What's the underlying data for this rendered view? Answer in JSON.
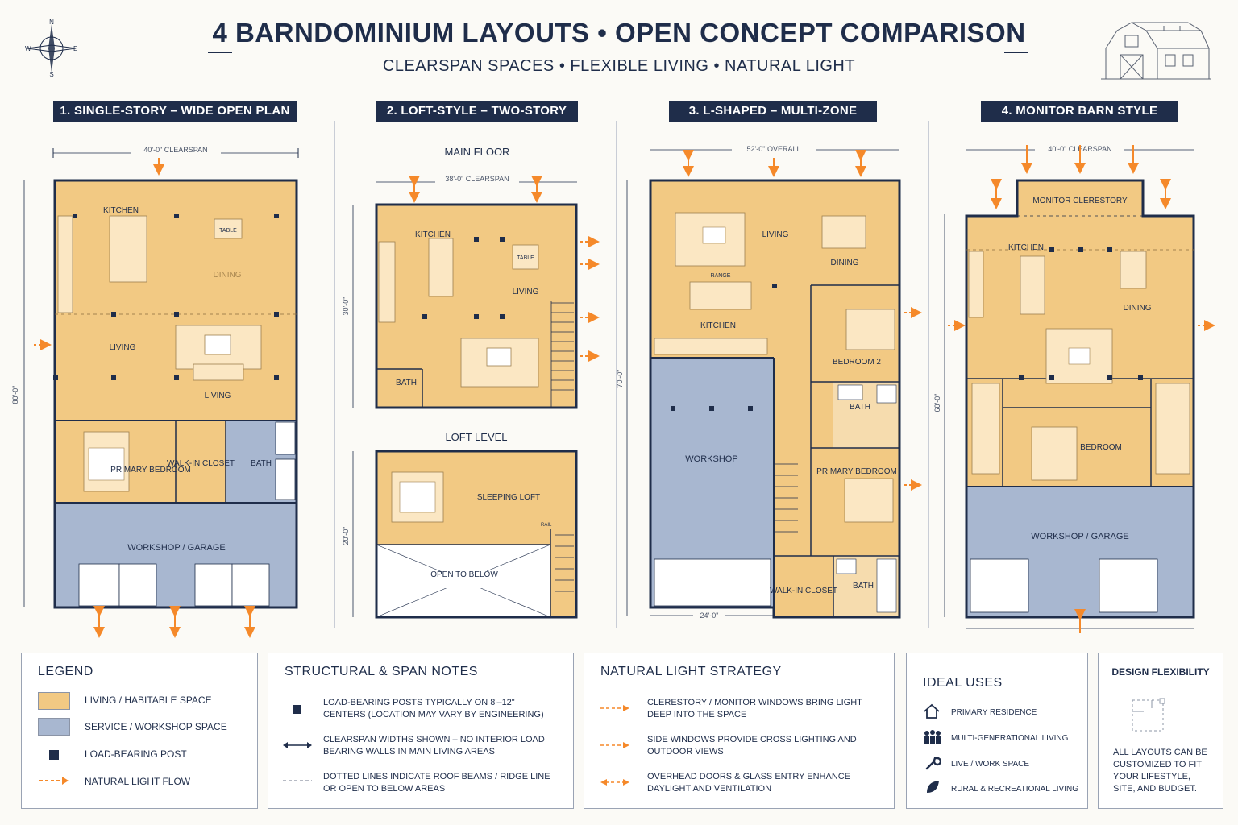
{
  "header": {
    "title": "4 BARNDOMINIUM LAYOUTS • OPEN CONCEPT COMPARISON",
    "subtitle": "CLEARSPAN SPACES • FLEXIBLE LIVING • NATURAL LIGHT",
    "compass": {
      "n": "N",
      "s": "S",
      "e": "E",
      "w": "W"
    }
  },
  "colors": {
    "living": "#f2c983",
    "service": "#a8b7d0",
    "navy": "#1f2d4a",
    "light": "#f5892a"
  },
  "plans": [
    {
      "heading": "1. SINGLE-STORY – WIDE OPEN PLAN",
      "dim_top": "40'-0\" CLEARSPAN",
      "dim_side": "80'-0\"",
      "rooms": {
        "kitchen": "KITCHEN",
        "dining": "DINING",
        "table": "TABLE",
        "living": "LIVING",
        "living2": "LIVING",
        "bedroom": "PRIMARY BEDROOM",
        "closet": "WALK-IN CLOSET",
        "bath": "BATH",
        "workshop": "WORKSHOP / GARAGE"
      }
    },
    {
      "heading": "2. LOFT-STYLE – TWO-STORY",
      "main_floor": "MAIN FLOOR",
      "loft_level": "LOFT LEVEL",
      "dim_top": "38'-0\" CLEARSPAN",
      "dim_side": "30'-0\"",
      "dim_side2": "20'-0\"",
      "rooms": {
        "kitchen": "KITCHEN",
        "table": "TABLE",
        "living": "LIVING",
        "bath": "BATH",
        "loft": "SLEEPING LOFT",
        "open": "OPEN TO BELOW",
        "rail": "RAIL"
      }
    },
    {
      "heading": "3. L-SHAPED – MULTI-ZONE",
      "dim_top": "52'-0\" OVERALL",
      "dim_side": "70'-0\"",
      "dim_bottom": "24'-0\"",
      "rooms": {
        "living": "LIVING",
        "dining": "DINING",
        "kitchen": "KITCHEN",
        "bedroom2": "BEDROOM 2",
        "bath": "BATH",
        "workshop": "WORKSHOP",
        "primary": "PRIMARY BEDROOM",
        "closet": "WALK-IN CLOSET",
        "bath2": "BATH",
        "range": "RANGE"
      }
    },
    {
      "heading": "4. MONITOR BARN STYLE",
      "dim_top": "40'-0\" CLEARSPAN",
      "dim_side": "60'-0\"",
      "rooms": {
        "monitor": "MONITOR CLERESTORY",
        "kitchen": "KITCHEN",
        "dining": "DINING",
        "bedroom": "BEDROOM",
        "workshop": "WORKSHOP / GARAGE"
      }
    }
  ],
  "legend": {
    "title": "LEGEND",
    "items": [
      "LIVING / HABITABLE SPACE",
      "SERVICE / WORKSHOP SPACE",
      "LOAD-BEARING POST",
      "NATURAL LIGHT FLOW"
    ]
  },
  "structural": {
    "title": "STRUCTURAL & SPAN NOTES",
    "items": [
      "LOAD-BEARING POSTS TYPICALLY ON 8'–12\" CENTERS (LOCATION MAY VARY BY ENGINEERING)",
      "CLEARSPAN WIDTHS SHOWN – NO INTERIOR LOAD BEARING WALLS IN MAIN LIVING AREAS",
      "DOTTED LINES INDICATE ROOF BEAMS / RIDGE LINE OR OPEN TO BELOW AREAS"
    ]
  },
  "light": {
    "title": "NATURAL LIGHT STRATEGY",
    "items": [
      "CLERESTORY / MONITOR WINDOWS BRING LIGHT DEEP INTO THE SPACE",
      "SIDE WINDOWS PROVIDE CROSS LIGHTING AND OUTDOOR VIEWS",
      "OVERHEAD DOORS & GLASS ENTRY ENHANCE DAYLIGHT AND VENTILATION"
    ]
  },
  "uses": {
    "title": "IDEAL USES",
    "items": [
      {
        "icon": "house-icon",
        "label": "PRIMARY RESIDENCE"
      },
      {
        "icon": "people-icon",
        "label": "MULTI-GENERATIONAL LIVING"
      },
      {
        "icon": "wrench-icon",
        "label": "LIVE / WORK SPACE"
      },
      {
        "icon": "leaf-icon",
        "label": "RURAL & RECREATIONAL LIVING"
      }
    ]
  },
  "flex": {
    "title": "DESIGN FLEXIBILITY",
    "text": "ALL LAYOUTS CAN BE CUSTOMIZED TO FIT YOUR LIFESTYLE, SITE, AND BUDGET."
  }
}
